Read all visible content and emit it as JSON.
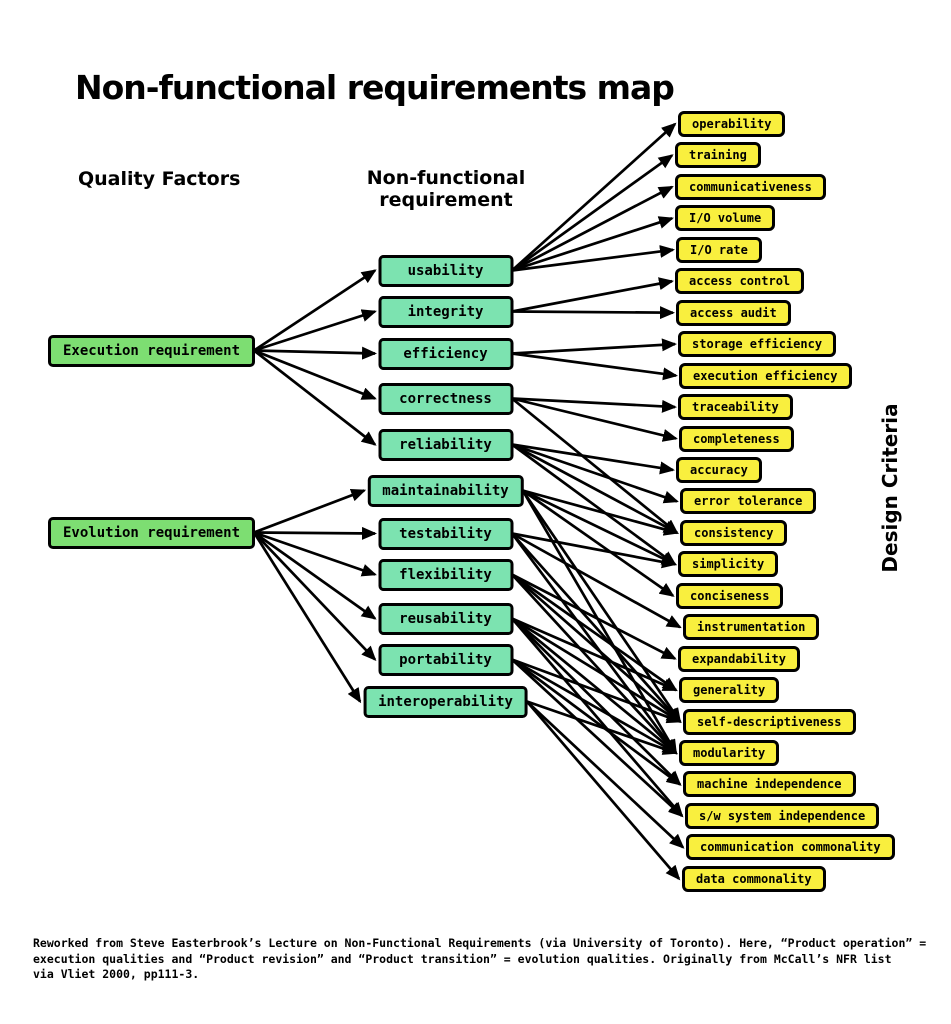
{
  "title": "Non-functional requirements map",
  "columns": {
    "left": "Quality Factors",
    "middle": "Non-functional requirement",
    "right": "Design Criteria"
  },
  "colors": {
    "quality_factor_box": "#7dde72",
    "nfr_box": "#7ce3b0",
    "criterion_box": "#f9ef3e",
    "line": "#000000",
    "background": "#ffffff"
  },
  "diagram": {
    "quality_factors": [
      {
        "id": "execution",
        "label": "Execution requirement",
        "targets": [
          "usability",
          "integrity",
          "efficiency",
          "correctness",
          "reliability"
        ]
      },
      {
        "id": "evolution",
        "label": "Evolution requirement",
        "targets": [
          "maintainability",
          "testability",
          "flexibility",
          "reusability",
          "portability",
          "interoperability"
        ]
      }
    ],
    "nfrs": [
      {
        "id": "usability",
        "label": "usability",
        "targets": [
          "operability",
          "training",
          "communicativeness",
          "io-volume",
          "io-rate"
        ]
      },
      {
        "id": "integrity",
        "label": "integrity",
        "targets": [
          "access-control",
          "access-audit"
        ]
      },
      {
        "id": "efficiency",
        "label": "efficiency",
        "targets": [
          "storage-efficiency",
          "execution-efficiency"
        ]
      },
      {
        "id": "correctness",
        "label": "correctness",
        "targets": [
          "traceability",
          "completeness",
          "consistency"
        ]
      },
      {
        "id": "reliability",
        "label": "reliability",
        "targets": [
          "accuracy",
          "error-tolerance",
          "consistency",
          "simplicity"
        ]
      },
      {
        "id": "maintainability",
        "label": "maintainability",
        "targets": [
          "consistency",
          "simplicity",
          "conciseness",
          "modularity",
          "self-descriptiveness"
        ]
      },
      {
        "id": "testability",
        "label": "testability",
        "targets": [
          "simplicity",
          "instrumentation",
          "modularity",
          "self-descriptiveness"
        ]
      },
      {
        "id": "flexibility",
        "label": "flexibility",
        "targets": [
          "expandability",
          "generality",
          "modularity",
          "self-descriptiveness"
        ]
      },
      {
        "id": "reusability",
        "label": "reusability",
        "targets": [
          "generality",
          "self-descriptiveness",
          "modularity",
          "machine-independence",
          "sw-system-independence"
        ]
      },
      {
        "id": "portability",
        "label": "portability",
        "targets": [
          "modularity",
          "self-descriptiveness",
          "machine-independence",
          "sw-system-independence"
        ]
      },
      {
        "id": "interoperability",
        "label": "interoperability",
        "targets": [
          "modularity",
          "communication-commonality",
          "data-commonality"
        ]
      }
    ],
    "criteria": [
      {
        "id": "operability",
        "label": "operability"
      },
      {
        "id": "training",
        "label": "training"
      },
      {
        "id": "communicativeness",
        "label": "communicativeness"
      },
      {
        "id": "io-volume",
        "label": "I/O volume"
      },
      {
        "id": "io-rate",
        "label": "I/O rate"
      },
      {
        "id": "access-control",
        "label": "access control"
      },
      {
        "id": "access-audit",
        "label": "access audit"
      },
      {
        "id": "storage-efficiency",
        "label": "storage efficiency"
      },
      {
        "id": "execution-efficiency",
        "label": "execution efficiency"
      },
      {
        "id": "traceability",
        "label": "traceability"
      },
      {
        "id": "completeness",
        "label": "completeness"
      },
      {
        "id": "accuracy",
        "label": "accuracy"
      },
      {
        "id": "error-tolerance",
        "label": "error tolerance"
      },
      {
        "id": "consistency",
        "label": "consistency"
      },
      {
        "id": "simplicity",
        "label": "simplicity"
      },
      {
        "id": "conciseness",
        "label": "conciseness"
      },
      {
        "id": "instrumentation",
        "label": "instrumentation"
      },
      {
        "id": "expandability",
        "label": "expandability"
      },
      {
        "id": "generality",
        "label": "generality"
      },
      {
        "id": "self-descriptiveness",
        "label": "self-descriptiveness"
      },
      {
        "id": "modularity",
        "label": "modularity"
      },
      {
        "id": "machine-independence",
        "label": "machine independence"
      },
      {
        "id": "sw-system-independence",
        "label": "s/w system independence"
      },
      {
        "id": "communication-commonality",
        "label": "communication commonality"
      },
      {
        "id": "data-commonality",
        "label": "data commonality"
      }
    ]
  },
  "footer": {
    "lines": [
      "Reworked from Steve Easterbrook’s Lecture on Non-Functional Requirements (via University of Toronto). Here, “Product operation” =",
      "execution qualities and “Product revision” and “Product transition” = evolution qualities. Originally from McCall’s NFR list",
      "via Vliet 2000, pp111-3."
    ]
  }
}
